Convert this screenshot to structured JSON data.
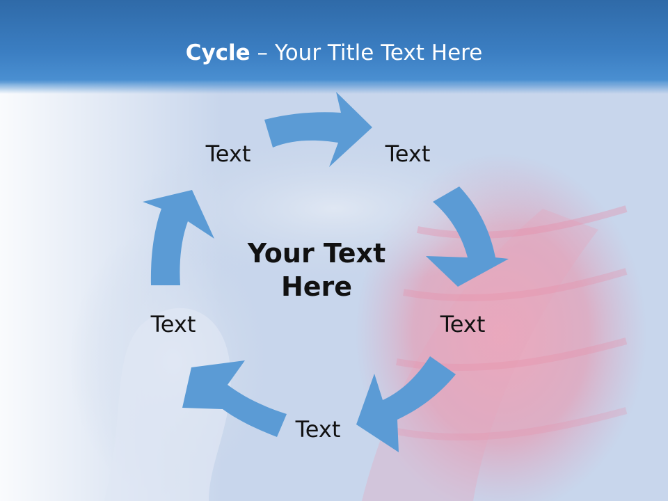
{
  "slide": {
    "title_bold": "Cycle",
    "title_rest": " – Your Title Text Here",
    "center_text": "Your Text Here",
    "nodes": [
      {
        "label": "Text"
      },
      {
        "label": "Text"
      },
      {
        "label": "Text"
      },
      {
        "label": "Text"
      },
      {
        "label": "Text"
      }
    ]
  },
  "colors": {
    "header": "#3b7ec2",
    "arrow_fill": "#5b9bd5",
    "title_text": "#ffffff",
    "body_text": "#111111"
  },
  "background": {
    "description_icon": "shoulder-xray-image"
  }
}
